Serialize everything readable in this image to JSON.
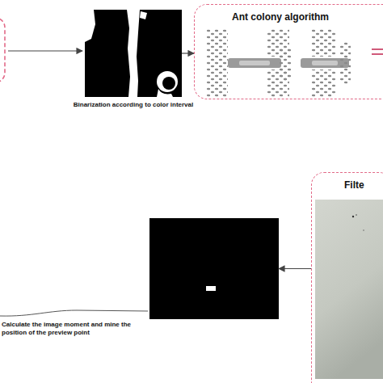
{
  "diagram": {
    "nodes": [
      {
        "text": [
          "Binarization according to color interval"
        ]
      },
      {
        "text": [
          "Ant colony algorithm"
        ]
      },
      {
        "text": [
          "Calculate the image moment and mine the position of the preview point"
        ]
      },
      {
        "text": [
          "Filte"
        ]
      }
    ],
    "edges": [
      {
        "from": 0,
        "to": 1,
        "arrow": "to"
      },
      {
        "from": 3,
        "to": 2,
        "arrow": "to"
      }
    ]
  }
}
